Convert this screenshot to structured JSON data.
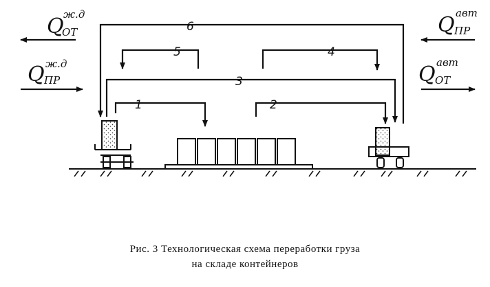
{
  "flows": {
    "rail_out": {
      "main": "Q",
      "sub": "ОТ",
      "sup": "ж.д"
    },
    "rail_in": {
      "main": "Q",
      "sub": "ПР",
      "sup": "ж.д"
    },
    "auto_in": {
      "main": "Q",
      "sub": "ПР",
      "sup": "авт"
    },
    "auto_out": {
      "main": "Q",
      "sub": "ОТ",
      "sup": "авт"
    }
  },
  "routes": [
    "1",
    "2",
    "3",
    "4",
    "5",
    "6"
  ],
  "caption": {
    "line1": "Рис. 3  Технологическая схема переработки груза",
    "line2": "на складе контейнеров"
  }
}
